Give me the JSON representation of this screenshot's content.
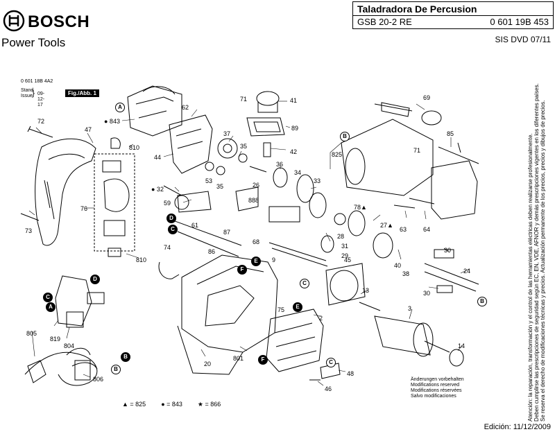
{
  "header": {
    "brand": "BOSCH",
    "subtitle": "Power Tools",
    "title": "Taladradora De Percusion",
    "model": "GSB 20-2 RE",
    "part_number": "0 601 19B 453",
    "sis": "SIS DVD 07/11"
  },
  "side_meta": {
    "ref": "0 601 18B 4A2",
    "stand_label": "Stand\nIssue",
    "stand_date": "09-12-17",
    "fig": "Fig./Abb. 1"
  },
  "legend": {
    "triangle": "▲ = 825",
    "circle": "● = 843",
    "star": "★ = 866"
  },
  "notes": [
    "Änderungen vorbehalten",
    "Modifications reserved",
    "Modifications réservées",
    "Salvo modificaciones"
  ],
  "edition": "Edición: 11/12/2009",
  "vertical_notice": [
    "Atención: la reparación, transformación y el control de las herramientas eléctricas deben realizarse profesionalmente.",
    "Deben cumplirse las prescripciones de seguridad según EC, EN, VDE, AFNOR y demás prescripciones vigentes en los diferentes países.",
    "Se reserva el derecho de modificaciones técnicas y precios. Actualización permanente de los precios, precios y dibujos de precios."
  ],
  "part_labels": [
    {
      "id": "72",
      "text": "72"
    },
    {
      "id": "47",
      "text": "47"
    },
    {
      "id": "73",
      "text": "73"
    },
    {
      "id": "76",
      "text": "76"
    },
    {
      "id": "810a",
      "text": "810"
    },
    {
      "id": "810b",
      "text": "810"
    },
    {
      "id": "843",
      "text": "● 843"
    },
    {
      "id": "44",
      "text": "44"
    },
    {
      "id": "32",
      "text": "● 32"
    },
    {
      "id": "59",
      "text": "59"
    },
    {
      "id": "62",
      "text": "62"
    },
    {
      "id": "37",
      "text": "37"
    },
    {
      "id": "35a",
      "text": "35"
    },
    {
      "id": "35b",
      "text": "35"
    },
    {
      "id": "53",
      "text": "53"
    },
    {
      "id": "61",
      "text": "61"
    },
    {
      "id": "87",
      "text": "87"
    },
    {
      "id": "86",
      "text": "86"
    },
    {
      "id": "74",
      "text": "74"
    },
    {
      "id": "71a",
      "text": "71"
    },
    {
      "id": "41",
      "text": "41"
    },
    {
      "id": "89",
      "text": "89"
    },
    {
      "id": "42",
      "text": "42"
    },
    {
      "id": "36",
      "text": "36"
    },
    {
      "id": "34",
      "text": "34"
    },
    {
      "id": "26",
      "text": "26"
    },
    {
      "id": "33",
      "text": "33"
    },
    {
      "id": "888",
      "text": "888"
    },
    {
      "id": "68",
      "text": "68"
    },
    {
      "id": "78",
      "text": "78▲"
    },
    {
      "id": "27",
      "text": "27▲"
    },
    {
      "id": "28",
      "text": "28"
    },
    {
      "id": "29",
      "text": "29"
    },
    {
      "id": "31",
      "text": "31"
    },
    {
      "id": "9",
      "text": "9"
    },
    {
      "id": "45",
      "text": "45"
    },
    {
      "id": "13",
      "text": "13"
    },
    {
      "id": "825",
      "text": "825"
    },
    {
      "id": "69",
      "text": "69"
    },
    {
      "id": "71b",
      "text": "71"
    },
    {
      "id": "85",
      "text": "85"
    },
    {
      "id": "63",
      "text": "63"
    },
    {
      "id": "64",
      "text": "64"
    },
    {
      "id": "40",
      "text": "40"
    },
    {
      "id": "38",
      "text": "38"
    },
    {
      "id": "30a",
      "text": "30"
    },
    {
      "id": "30b",
      "text": "30"
    },
    {
      "id": "24",
      "text": "24"
    },
    {
      "id": "3",
      "text": "3"
    },
    {
      "id": "2",
      "text": "2"
    },
    {
      "id": "75",
      "text": "75"
    },
    {
      "id": "14",
      "text": "14"
    },
    {
      "id": "48",
      "text": "48"
    },
    {
      "id": "46",
      "text": "46"
    },
    {
      "id": "801",
      "text": "801"
    },
    {
      "id": "20",
      "text": "20"
    },
    {
      "id": "805",
      "text": "805"
    },
    {
      "id": "819",
      "text": "819"
    },
    {
      "id": "804",
      "text": "804"
    },
    {
      "id": "806",
      "text": "806"
    }
  ],
  "callouts": [
    "A",
    "B",
    "C",
    "D",
    "E",
    "F"
  ]
}
